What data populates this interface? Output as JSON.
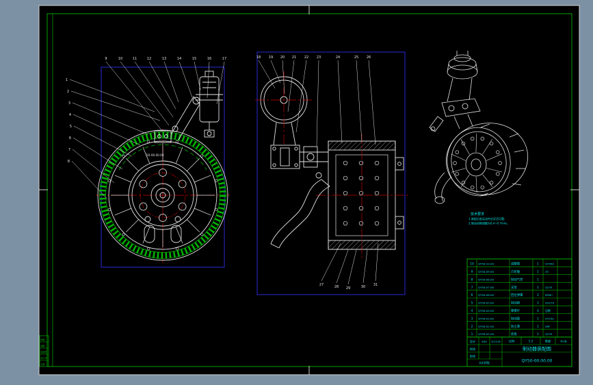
{
  "window": {
    "background": "#7d91a4",
    "sheet_background": "#000000"
  },
  "colors": {
    "frame_green": "#00b400",
    "line_white": "#e6e6e6",
    "center_red": "#c80000",
    "viewport_blue": "#2a2ad8",
    "text_cyan": "#00e0e0"
  },
  "drawing": {
    "part_label": "50-00.00.00",
    "notes": {
      "title": "技术要求",
      "lines": [
        "1.装配后各运动件应灵活可靠;",
        "2.制动间隙调整为0.4~0.7mm。"
      ]
    },
    "callouts": {
      "front_left": [
        "1",
        "2",
        "3",
        "4",
        "5",
        "6",
        "7",
        "8"
      ],
      "front_top": [
        "9",
        "10",
        "11",
        "12",
        "13",
        "14",
        "15",
        "16",
        "17"
      ],
      "section_top": [
        "18",
        "19",
        "20",
        "21",
        "22",
        "23",
        "24",
        "25",
        "26"
      ],
      "section_bottom": [
        "27",
        "28",
        "29",
        "30",
        "31"
      ]
    }
  },
  "bom": {
    "rows": [
      {
        "no": "10",
        "code": "QY50-10.00",
        "name": "调整臂",
        "qty": "1",
        "mat": "QT450"
      },
      {
        "no": "9",
        "code": "QY50-09.00",
        "name": "凸轮轴",
        "qty": "1",
        "mat": "45"
      },
      {
        "no": "8",
        "code": "QY50-08.00",
        "name": "制动气室",
        "qty": "1",
        "mat": ""
      },
      {
        "no": "7",
        "code": "QY50-07.00",
        "name": "支架",
        "qty": "1",
        "mat": "Q235"
      },
      {
        "no": "6",
        "code": "QY50-06.00",
        "name": "回位弹簧",
        "qty": "2",
        "mat": "65Mn"
      },
      {
        "no": "5",
        "code": "QY50-05.00",
        "name": "制动蹄",
        "qty": "2",
        "mat": "ZG270"
      },
      {
        "no": "4",
        "code": "QY50-04.00",
        "name": "摩擦片",
        "qty": "4",
        "mat": "石棉"
      },
      {
        "no": "3",
        "code": "QY50-03.00",
        "name": "制动鼓",
        "qty": "1",
        "mat": "HT250"
      },
      {
        "no": "2",
        "code": "QY50-02.00",
        "name": "防尘罩",
        "qty": "1",
        "mat": "08F"
      },
      {
        "no": "1",
        "code": "QY50-01.00",
        "name": "底板",
        "qty": "1",
        "mat": "Q235"
      }
    ]
  },
  "title_block": {
    "design": "设计",
    "designer": "XXX",
    "date": "2013.06",
    "check": "校核",
    "audit": "审核",
    "company": "XX学院",
    "scale_label": "比例",
    "scale": "1:2",
    "qty_label": "数量",
    "sheet": "共1张",
    "title": "制动器装配图",
    "number": "QY50-00.00.00"
  },
  "margin_strip": {
    "rows": [
      "制图",
      "描图",
      "底图号",
      "装订号",
      "日期"
    ]
  }
}
